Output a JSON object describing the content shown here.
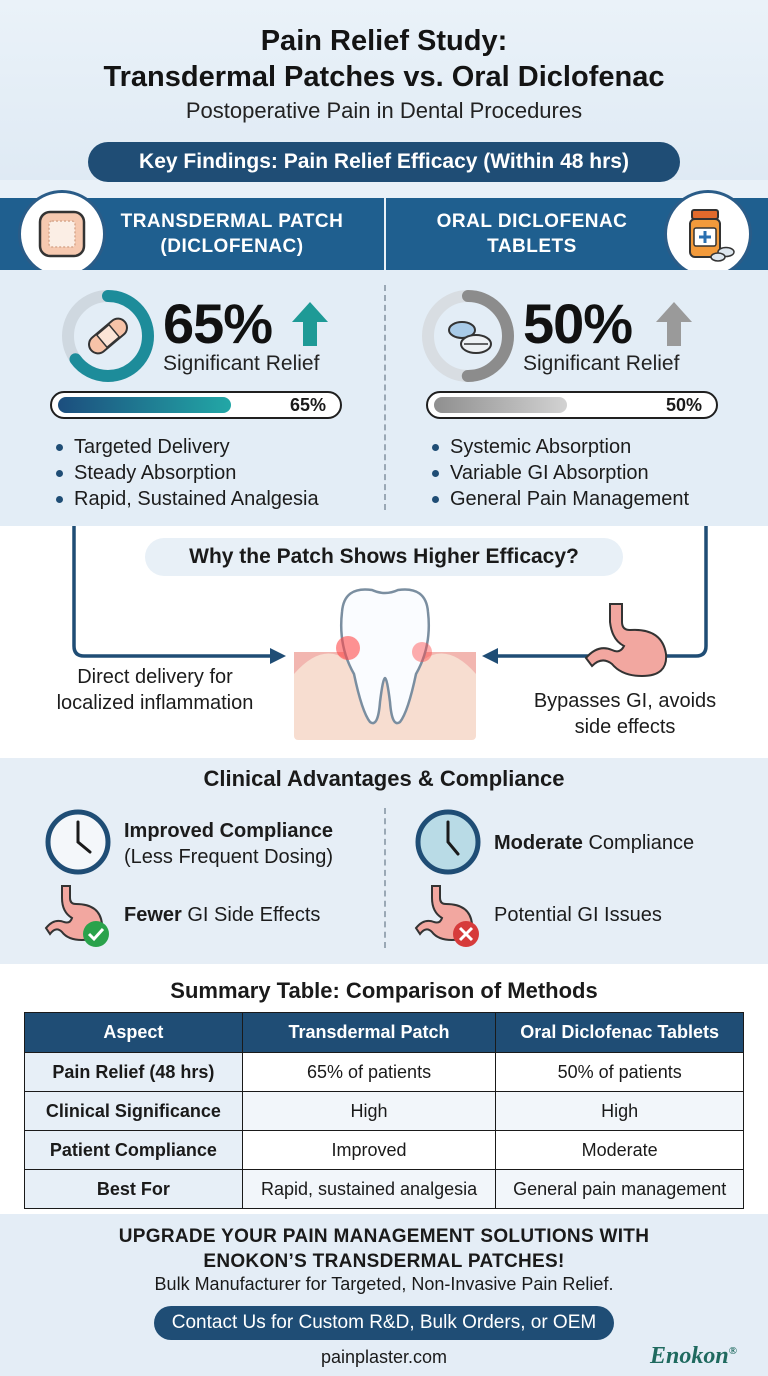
{
  "header": {
    "title_line1": "Pain Relief Study:",
    "title_line2": "Transdermal Patches vs. Oral Diclofenac",
    "subtitle": "Postoperative Pain in Dental Procedures",
    "key_findings": "Key Findings: Pain Relief Efficacy (Within 48 hrs)"
  },
  "patch": {
    "label_line1": "TRANSDERMAL PATCH",
    "label_line2": "(DICLOFENAC)",
    "percent": "65%",
    "percent_value": 65,
    "relief_label": "Significant Relief",
    "bar_label": "65%",
    "bullets": [
      "Targeted Delivery",
      "Steady Absorption",
      "Rapid, Sustained Analgesia"
    ],
    "accent": "#1e9a96"
  },
  "oral": {
    "label_line1": "ORAL DICLOFENAC",
    "label_line2": "TABLETS",
    "percent": "50%",
    "percent_value": 50,
    "relief_label": "Significant Relief",
    "bar_label": "50%",
    "bullets": [
      "Systemic Absorption",
      "Variable GI Absorption",
      "General Pain Management"
    ],
    "accent": "#9a9a9a"
  },
  "why": {
    "title": "Why the Patch Shows Higher Efficacy?",
    "left_line1": "Direct delivery for",
    "left_line2": "localized inflammation",
    "right_line1": "Bypasses GI, avoids",
    "right_line2": "side effects"
  },
  "clinical": {
    "title": "Clinical Advantages & Compliance",
    "patch_compliance_bold": "Improved Compliance",
    "patch_compliance_sub": "(Less Frequent Dosing)",
    "patch_gi_bold": "Fewer",
    "patch_gi_rest": " GI Side Effects",
    "oral_compliance_bold": "Moderate",
    "oral_compliance_rest": " Compliance",
    "oral_gi": "Potential GI Issues"
  },
  "table": {
    "title": "Summary Table: Comparison of Methods",
    "headers": [
      "Aspect",
      "Transdermal Patch",
      "Oral Diclofenac Tablets"
    ],
    "rows": [
      [
        "Pain Relief (48 hrs)",
        "65% of patients",
        "50% of patients"
      ],
      [
        "Clinical Significance",
        "High",
        "High"
      ],
      [
        "Patient Compliance",
        "Improved",
        "Moderate"
      ],
      [
        "Best For",
        "Rapid, sustained analgesia",
        "General pain management"
      ]
    ]
  },
  "footer": {
    "headline_line1": "UPGRADE YOUR PAIN MANAGEMENT SOLUTIONS WITH",
    "headline_line2": "ENOKON’S TRANSDERMAL PATCHES!",
    "sub": "Bulk Manufacturer for Targeted, Non-Invasive Pain Relief.",
    "cta": "Contact Us for Custom R&D, Bulk Orders, or OEM",
    "url": "painplaster.com",
    "brand": "Enokon",
    "brand_mark": "®"
  }
}
